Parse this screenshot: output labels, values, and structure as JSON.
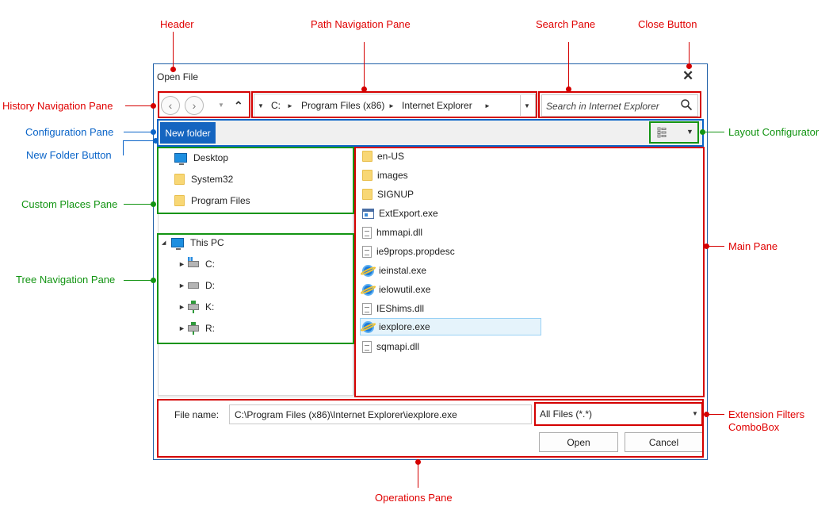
{
  "dialog": {
    "title": "Open File",
    "close_glyph": "✕"
  },
  "history": {
    "back_glyph": "‹",
    "forward_glyph": "›",
    "dropdown_glyph": "▼",
    "up_glyph": "⌃"
  },
  "path": {
    "segments": [
      "C:",
      "Program Files (x86)",
      "Internet Explorer"
    ],
    "separator_glyph": "►",
    "dropdown_glyph": "▼"
  },
  "search": {
    "placeholder": "Search in Internet Explorer",
    "icon": "search-icon"
  },
  "toolbar": {
    "new_folder_label": "New folder",
    "layout_dropdown_glyph": "▼",
    "layout_icon": "tiles-icon"
  },
  "places": [
    {
      "label": "Desktop",
      "icon": "desktop-icon"
    },
    {
      "label": "System32",
      "icon": "folder-icon"
    },
    {
      "label": "Program Files",
      "icon": "folder-icon"
    }
  ],
  "tree": {
    "root_label": "This PC",
    "root_arrow": "◢",
    "drives": [
      {
        "label": "C:",
        "icon": "windows-drive-icon"
      },
      {
        "label": "D:",
        "icon": "drive-icon"
      },
      {
        "label": "K:",
        "icon": "network-drive-icon"
      },
      {
        "label": "R:",
        "icon": "network-drive-icon"
      }
    ],
    "collapsed_arrow": "►"
  },
  "files": [
    {
      "name": "en-US",
      "type": "folder"
    },
    {
      "name": "images",
      "type": "folder"
    },
    {
      "name": "SIGNUP",
      "type": "folder"
    },
    {
      "name": "ExtExport.exe",
      "type": "exe"
    },
    {
      "name": "hmmapi.dll",
      "type": "dll"
    },
    {
      "name": "ie9props.propdesc",
      "type": "doc"
    },
    {
      "name": "ieinstal.exe",
      "type": "ie"
    },
    {
      "name": "ielowutil.exe",
      "type": "ie"
    },
    {
      "name": "IEShims.dll",
      "type": "dll"
    },
    {
      "name": "iexplore.exe",
      "type": "ie",
      "selected": true
    },
    {
      "name": "sqmapi.dll",
      "type": "dll"
    }
  ],
  "operations": {
    "file_name_label": "File name:",
    "file_name_value": "C:\\Program Files (x86)\\Internet Explorer\\iexplore.exe",
    "filter_value": "All Files (*.*)",
    "filter_dropdown_glyph": "▼",
    "open_label": "Open",
    "cancel_label": "Cancel"
  },
  "callouts": {
    "header": "Header",
    "path_navigation_pane": "Path Navigation Pane",
    "search_pane": "Search Pane",
    "close_button": "Close Button",
    "history_navigation_pane": "History Navigation Pane",
    "configuration_pane": "Configuration Pane",
    "new_folder_button": "New Folder Button",
    "layout_configurator": "Layout Configurator",
    "custom_places_pane": "Custom Places Pane",
    "main_pane": "Main Pane",
    "tree_navigation_pane": "Tree Navigation Pane",
    "extension_filters_line1": "Extension Filters",
    "extension_filters_line2": "ComboBox",
    "operations_pane": "Operations Pane"
  },
  "colors": {
    "red_callout": "#e00000",
    "blue_callout": "#0a64c8",
    "green_callout": "#129412",
    "dialog_border": "#1f5fa8",
    "new_folder_bg": "#1565c0",
    "selected_row_bg": "#e5f3fb"
  }
}
